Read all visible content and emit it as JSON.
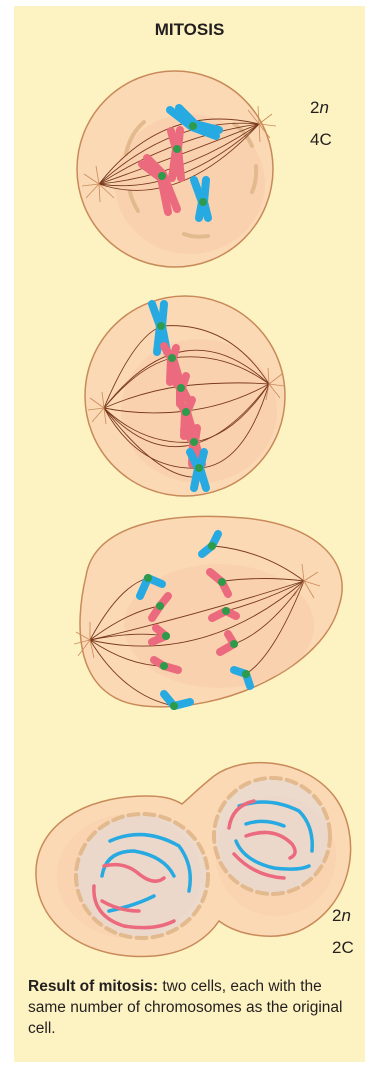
{
  "title": "MITOSIS",
  "stage1": {
    "ploidy_num": "2",
    "ploidy_var": "n",
    "content": "4C"
  },
  "stage4": {
    "ploidy_num": "2",
    "ploidy_var": "n",
    "content": "2C"
  },
  "caption": {
    "bold": "Result of mitosis:",
    "text": " two cells, each with the same number of chromosomes as the original cell."
  },
  "colors": {
    "background": "#fdf3c2",
    "cell_fill": "#fbd9b4",
    "cell_stroke": "#c98a5a",
    "spindle": "#7a3a1e",
    "chromosome_blue": "#27aae1",
    "chromosome_red": "#ec6a7d",
    "centromere": "#2e9b4a",
    "nuclear_envelope": "#e3b98e",
    "nucleus": "#e9d9d2"
  }
}
